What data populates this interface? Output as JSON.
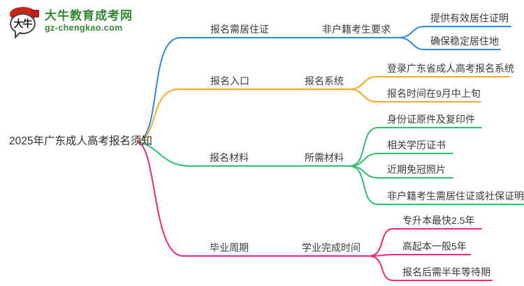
{
  "logo": {
    "title": "大牛教育成考网",
    "url": "gz-chengkao.com",
    "mark_text": "大牛",
    "brand_green": "#2f8a2f",
    "brand_red": "#cc2419"
  },
  "root": {
    "label": "2025年广东成人高考报名须知"
  },
  "branches": [
    {
      "color": "#2b87e3",
      "level1": "报名需居住证",
      "level2": "非户籍考生要求",
      "leaves": [
        "提供有效居住证明",
        "确保稳定居住地"
      ]
    },
    {
      "color": "#ffa726",
      "level1": "报名入口",
      "level2": "报名系统",
      "leaves": [
        "登录广东省成人高考报名系统",
        "报名时间在9月中上旬"
      ]
    },
    {
      "color": "#2ec06e",
      "level1": "报名材料",
      "level2": "所需材料",
      "leaves": [
        "身份证原件及复印件",
        "相关学历证书",
        "近期免冠照片",
        "非户籍考生需居住证或社保证明"
      ]
    },
    {
      "color": "#f1247c",
      "level1": "毕业周期",
      "level2": "学业完成时间",
      "leaves": [
        "专升本最快2.5年",
        "高起本一般5年",
        "报名后需半年等待期"
      ]
    }
  ]
}
